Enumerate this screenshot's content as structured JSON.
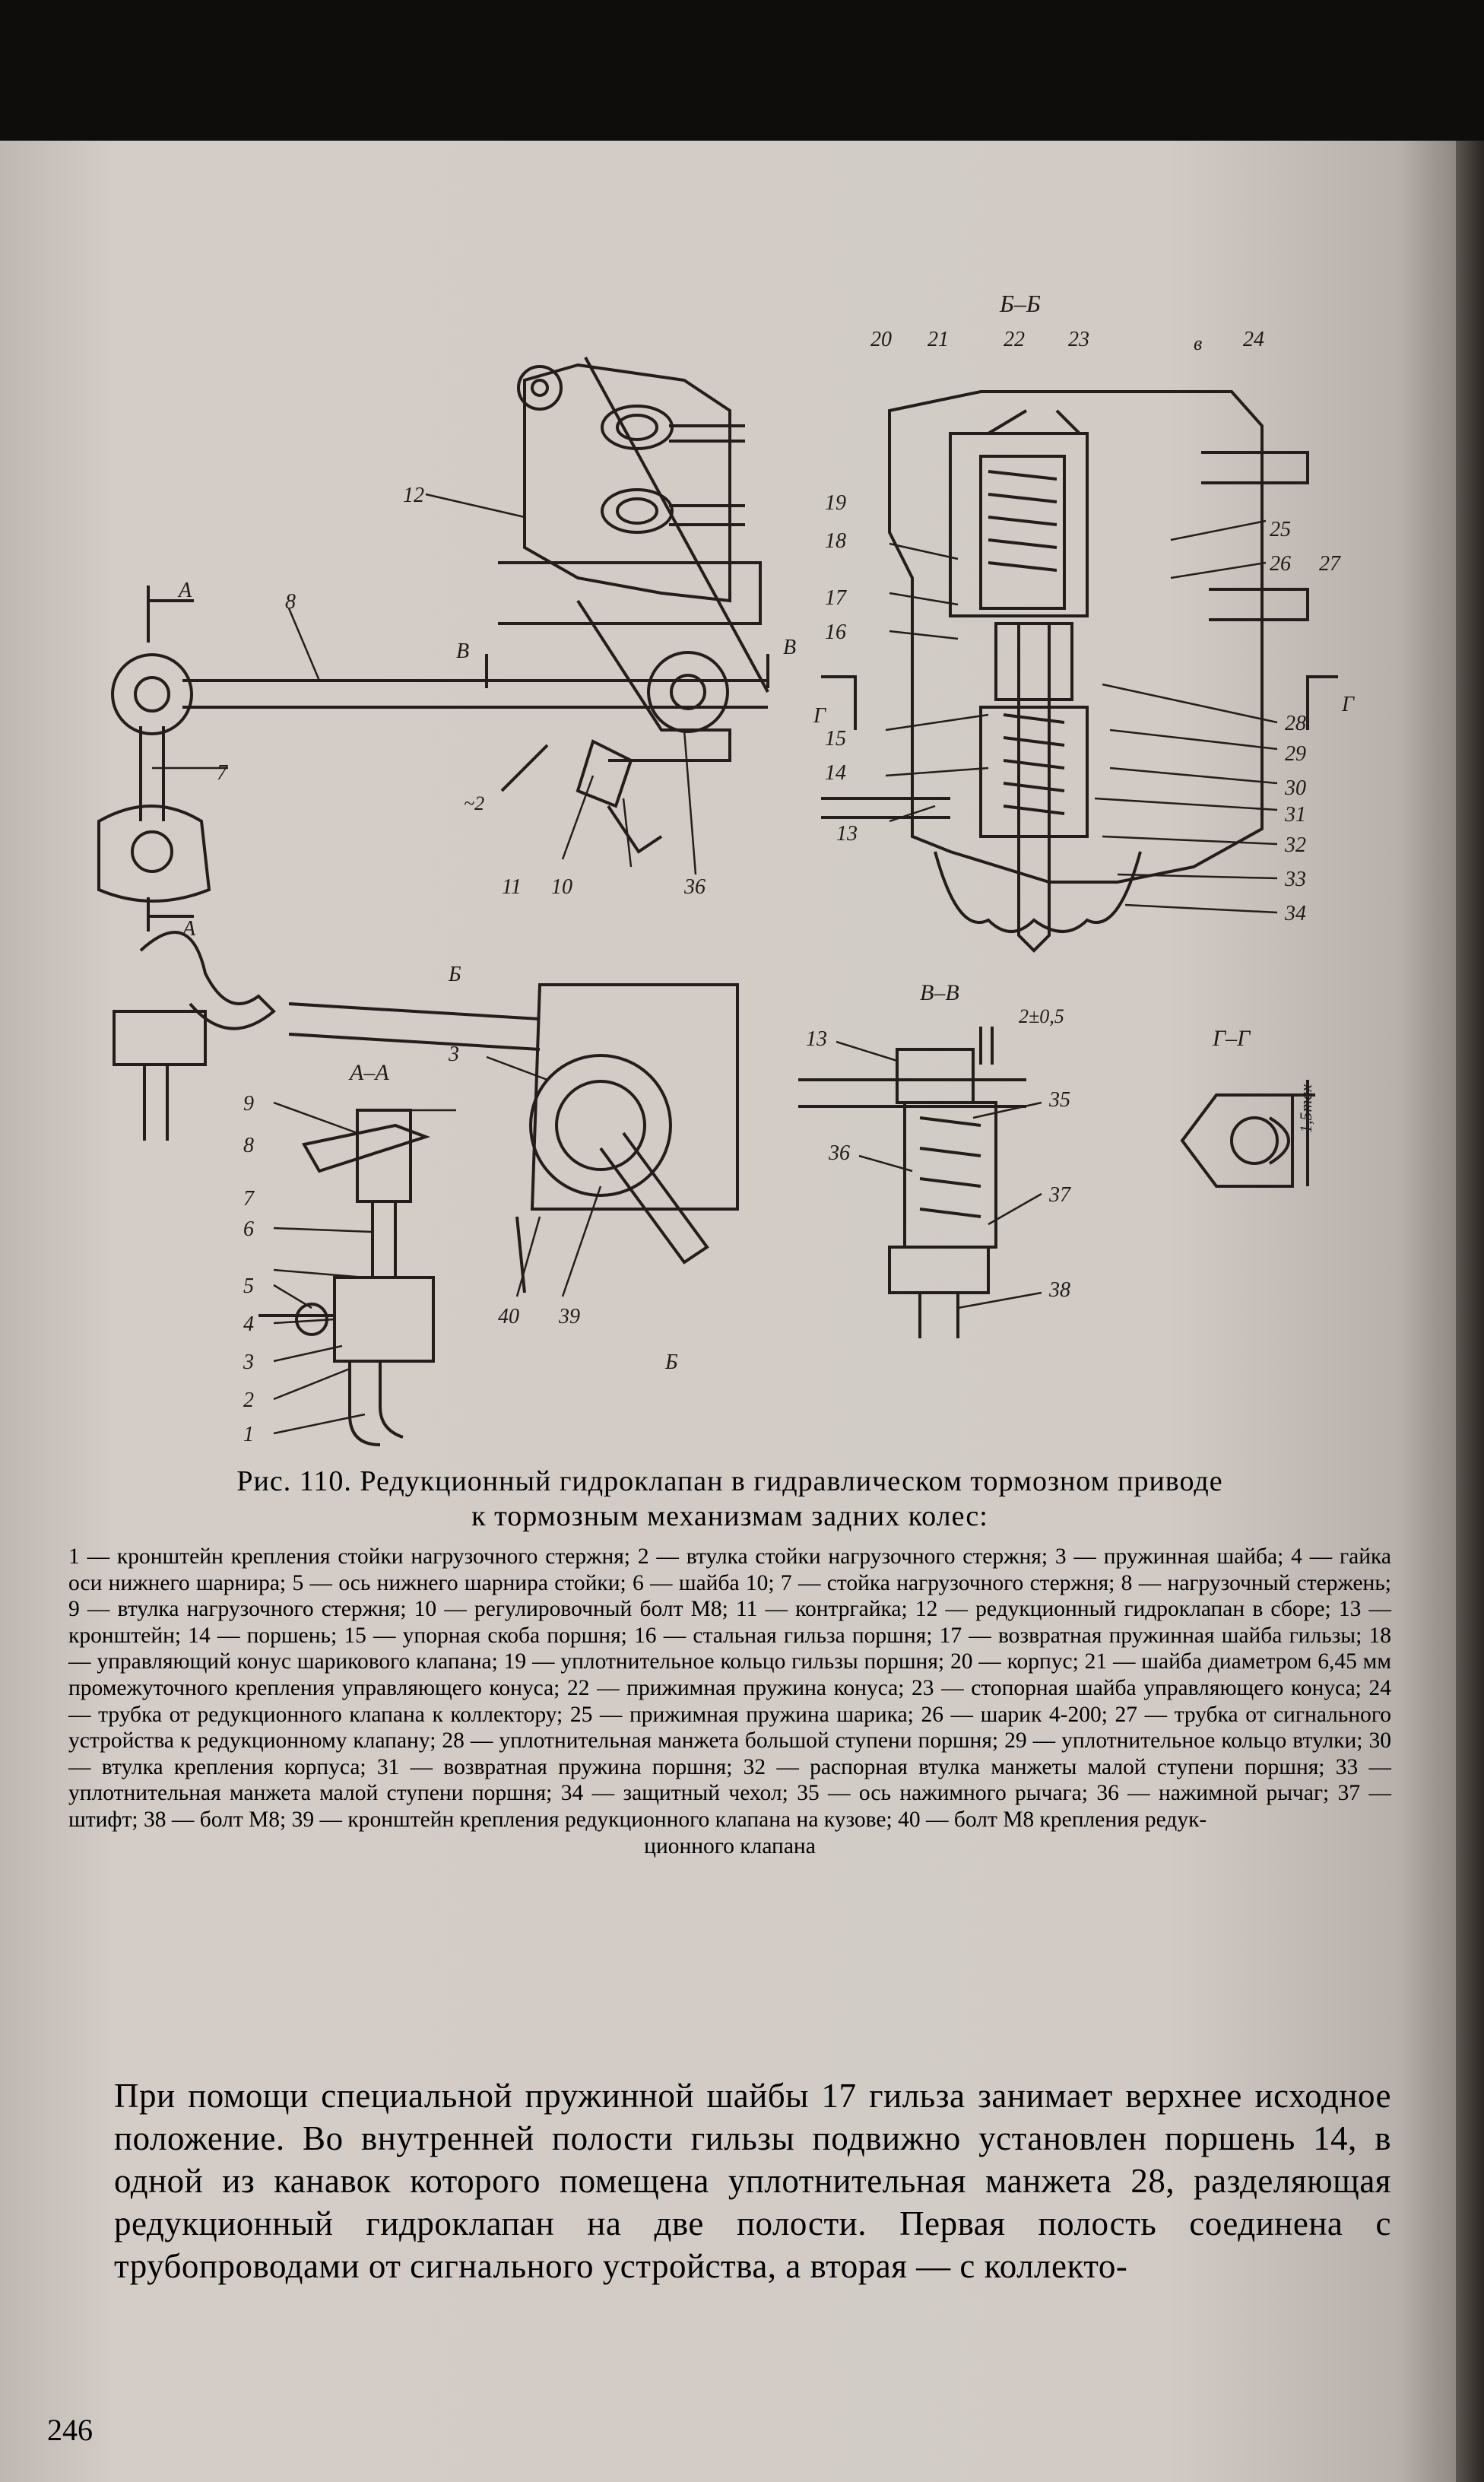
{
  "figure": {
    "section_labels": [
      "Б–Б",
      "А–А",
      "В–В",
      "Г–Г"
    ],
    "arrow_labels": [
      "А",
      "А",
      "В",
      "В",
      "Б",
      "Б",
      "Г",
      "Г",
      "в"
    ],
    "dimension_labels": [
      "~2",
      "2±0,5",
      "1,5max"
    ],
    "callouts": [
      "1",
      "2",
      "3",
      "4",
      "5",
      "6",
      "7",
      "8",
      "9",
      "10",
      "11",
      "12",
      "13",
      "14",
      "15",
      "16",
      "17",
      "18",
      "19",
      "20",
      "21",
      "22",
      "23",
      "24",
      "25",
      "26",
      "27",
      "28",
      "29",
      "30",
      "31",
      "32",
      "33",
      "34",
      "35",
      "36",
      "37",
      "38",
      "39",
      "40"
    ]
  },
  "caption": {
    "title_line1": "Рис. 110. Редукционный гидроклапан в гидравлическом тормозном приводе",
    "title_line2": "к тормозным механизмам задних колес:",
    "legend": "1 — кронштейн крепления стойки нагрузочного стержня; 2 — втулка стойки нагрузочного стержня; 3 — пружинная шайба; 4 — гайка оси нижнего шарнира; 5 — ось нижнего шарнира стойки; 6 — шайба 10; 7 — стойка нагрузочного стержня; 8 — нагрузочный стержень; 9 — втулка нагрузочного стержня; 10 — регулировочный болт М8; 11 — контргайка; 12 — редукционный гидроклапан в сборе; 13 — кронштейн; 14 — поршень; 15 — упорная скоба поршня; 16 — стальная гильза поршня; 17 — возвратная пружинная шайба гильзы; 18 — управляющий конус шарикового клапана; 19 — уплотнительное кольцо гильзы поршня; 20 — корпус; 21 — шайба диаметром 6,45 мм промежуточного крепления управляющего конуса; 22 — прижимная пружина конуса; 23 — стопорная шайба управляющего конуса; 24 — трубка от редукционного клапана к коллектору; 25 — прижимная пружина шарика; 26 — шарик 4-200; 27 — трубка от сигнального устройства к редукционному клапану; 28 — уплотнительная манжета большой ступени поршня; 29 — уплотнительное кольцо втулки; 30 — втулка крепления корпуса; 31 — возвратная пружина поршня; 32 — распорная втулка манжеты малой ступени поршня; 33 — уплотнительная манжета малой ступени поршня; 34 — защитный чехол; 35 — ось нажимного рычага; 36 — нажимной рычаг; 37 — штифт; 38 — болт М8; 39 — кронштейн крепления редукционного клапана на кузове; 40 — болт М8 крепления редук-",
    "legend_end": "ционного клапана"
  },
  "body": {
    "paragraph": "При помощи специальной пружинной шайбы 17 гильза занимает верхнее исходное положение. Во внутренней полости гильзы подвижно установлен поршень 14, в одной из канавок которого помещена уплотнительная манжета 28, разделяющая редукционный гидроклапан на две полости. Первая полость соединена с трубопроводами от сигнального устройства, а вторая — с коллекто-"
  },
  "page_number": "246"
}
